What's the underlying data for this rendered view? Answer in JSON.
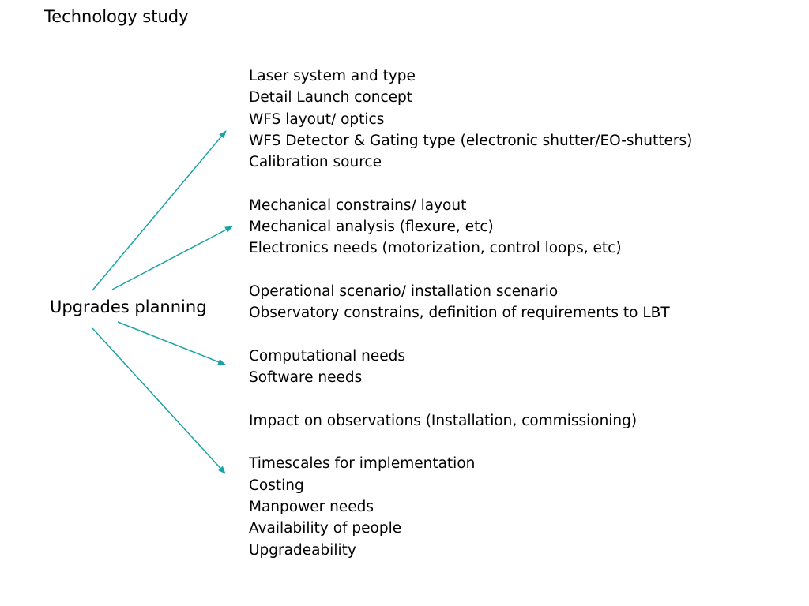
{
  "title": "Technology study",
  "hub_label": "Upgrades planning",
  "arrow_color": "#1aa3a3",
  "groups": [
    {
      "items": [
        "Laser system and type",
        "Detail Launch concept",
        "WFS layout/ optics",
        "WFS Detector & Gating type (electronic shutter/EO-shutters)",
        "Calibration source"
      ]
    },
    {
      "items": [
        "Mechanical constrains/ layout",
        "Mechanical analysis (flexure, etc)",
        "Electronics needs (motorization, control loops, etc)"
      ]
    },
    {
      "items": [
        "Operational scenario/ installation scenario",
        "Observatory constrains, definition of requirements to LBT"
      ]
    },
    {
      "items": [
        "Computational needs",
        "Software needs"
      ]
    },
    {
      "items": [
        "Impact on observations (Installation, commissioning)"
      ]
    },
    {
      "items": [
        "Timescales for implementation",
        "Costing",
        "Manpower needs",
        "Availability of people",
        "Upgradeability"
      ]
    }
  ]
}
